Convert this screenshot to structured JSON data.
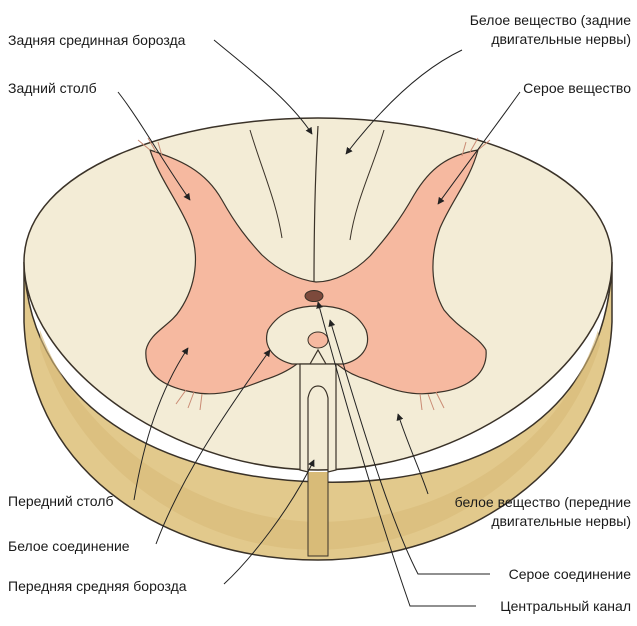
{
  "labels": {
    "posterior_median_sulcus": "Задняя срединная борозда",
    "white_matter_posterior": "Белое вещество (задние\nдвигательные нервы)",
    "posterior_column": "Задний столб",
    "gray_matter": "Серое вещество",
    "anterior_column": "Передний столб",
    "white_matter_anterior": "белое вещество (передние\nдвигательные нервы)",
    "white_commissure": "Белое соединение",
    "gray_commissure": "Серое соединение",
    "anterior_median_fissure": "Передняя средняя борозда",
    "central_canal": "Центральный канал"
  },
  "colors": {
    "white_matter_top": "#f3ecd6",
    "white_matter_side": "#e2c98c",
    "gray_matter": "#f6b9a0",
    "outline": "#3a3228",
    "leader": "#222222",
    "central_canal": "#7d4a3c"
  }
}
